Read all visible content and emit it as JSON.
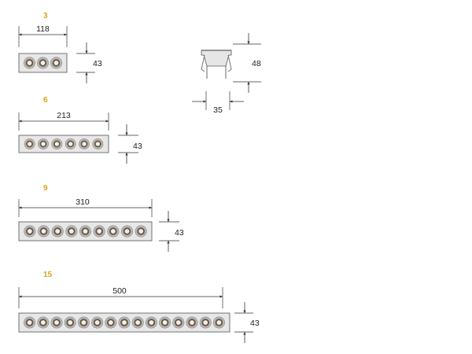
{
  "colors": {
    "accent": "#d9a520",
    "line": "#333333",
    "housing": "#e7e7e7",
    "lens_outer": "#b9b9b9",
    "lens_ring": "#6b5a4a",
    "lens_center": "#f4efe6"
  },
  "variants": [
    {
      "count_label": "3",
      "led_count": 3,
      "width_label": "118",
      "height_label": "43"
    },
    {
      "count_label": "6",
      "led_count": 6,
      "width_label": "213",
      "height_label": "43"
    },
    {
      "count_label": "9",
      "led_count": 9,
      "width_label": "310",
      "height_label": "43"
    },
    {
      "count_label": "15",
      "led_count": 15,
      "width_label": "500",
      "height_label": "43"
    }
  ],
  "side_view": {
    "width_label": "35",
    "height_label": "48"
  }
}
